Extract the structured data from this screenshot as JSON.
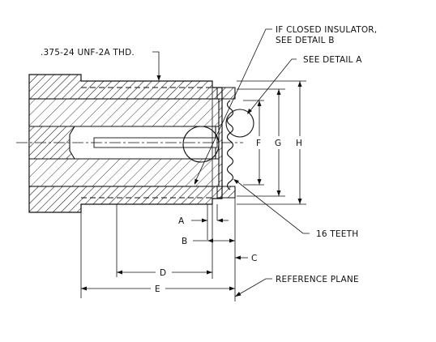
{
  "diagram": {
    "callouts": {
      "thread": ".375-24 UNF-2A THD.",
      "insulator_line1": "IF CLOSED INSULATOR,",
      "insulator_line2": "SEE DETAIL B",
      "detail_a": "SEE DETAIL A",
      "teeth": "16 TEETH",
      "reference_plane": "REFERENCE PLANE"
    },
    "dimensions": {
      "a": "A",
      "b": "B",
      "c": "C",
      "d": "D",
      "e": "E",
      "f": "F",
      "g": "G",
      "h": "H"
    }
  }
}
